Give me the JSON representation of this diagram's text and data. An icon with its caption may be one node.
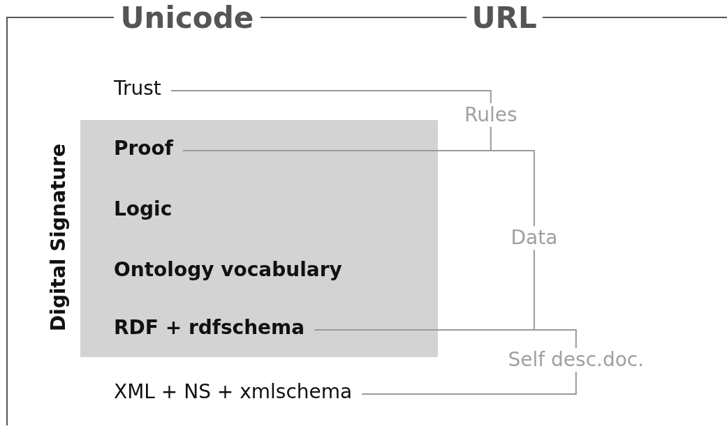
{
  "diagram": {
    "nodes": [
      {
        "text": [
          "Trust"
        ]
      },
      {
        "text": [
          "Rules"
        ]
      },
      {
        "text": [],
        "shape": "box"
      },
      {
        "text": [
          "Proof"
        ],
        "in": 2
      },
      {
        "text": [
          "Logic"
        ],
        "in": 2
      },
      {
        "text": [
          "Ontology vocabulary"
        ],
        "in": 2
      },
      {
        "text": [
          "Data"
        ]
      },
      {
        "text": [
          "RDF + rdfschema"
        ],
        "in": 2
      },
      {
        "text": [
          "Self desc.doc."
        ]
      },
      {
        "text": [
          "XML + NS + xmlschema"
        ]
      }
    ],
    "edges": [
      {
        "from": 0,
        "to": 1,
        "arrow": "none"
      },
      {
        "from": 3,
        "to": 1,
        "arrow": "none"
      },
      {
        "from": 3,
        "to": 6,
        "arrow": "none"
      },
      {
        "from": 7,
        "to": 6,
        "arrow": "none"
      },
      {
        "from": 7,
        "to": 8,
        "arrow": "none"
      },
      {
        "from": 9,
        "to": 8,
        "arrow": "none"
      }
    ],
    "labels": [
      "Unicode",
      "URL",
      "Digital Signature"
    ]
  }
}
